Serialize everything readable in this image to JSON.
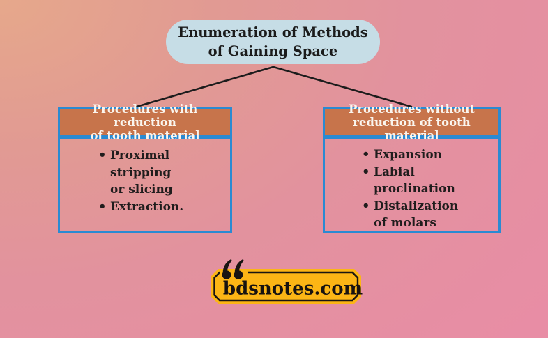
{
  "title_bubble": {
    "lines": [
      "Enumeration of Methods",
      "of Gaining Space"
    ],
    "background": "#c6dde6",
    "text_color": "#1b1b1b"
  },
  "branches": [
    {
      "header_lines": [
        "Procedures with reduction",
        "of tooth material"
      ],
      "items": [
        "Proximal stripping or slicing",
        "Extraction."
      ]
    },
    {
      "header_lines": [
        "Procedures without",
        "reduction of tooth material"
      ],
      "items": [
        "Expansion",
        "Labial proclination",
        "Distalization of molars"
      ]
    }
  ],
  "badge": {
    "text": "bdsnotes.com",
    "quote_icon": "left-double-quote",
    "background": "#fcb515",
    "border_color": "#181512",
    "text_color": "#181310"
  },
  "colors": {
    "background_top_left": "#e6a88b",
    "background_right": "#e88da5",
    "box_border_blue": "#2a8ad2",
    "header_orange": "#c7744b",
    "header_text": "#faf5ee",
    "body_text": "#201d1d",
    "connector": "#1c1c1c"
  }
}
